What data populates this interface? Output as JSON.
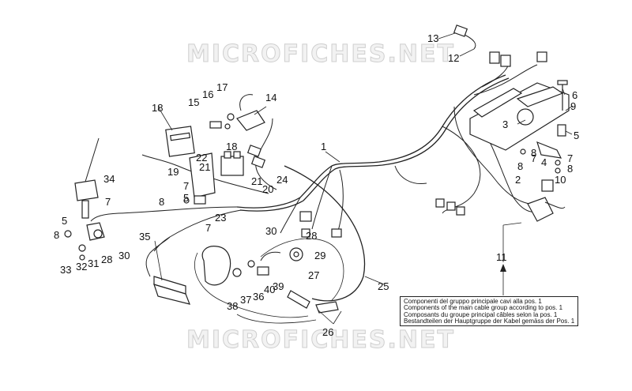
{
  "watermark": "MICROFICHES.NET",
  "legend": {
    "lines": [
      "Componenti del gruppo principale cavi alla pos. 1",
      "Components of the main cable group according to pos. 1",
      "Composants du groupe principal câbles selon la pos. 1",
      "Bestandteilen der Hauptgruppe der Kabel gemäss der Pos. 1"
    ]
  },
  "callouts": [
    {
      "id": "c13",
      "text": "13"
    },
    {
      "id": "c12",
      "text": "12"
    },
    {
      "id": "c6",
      "text": "6"
    },
    {
      "id": "c9",
      "text": "9"
    },
    {
      "id": "c3",
      "text": "3"
    },
    {
      "id": "c5r",
      "text": "5"
    },
    {
      "id": "c4",
      "text": "4"
    },
    {
      "id": "c7r",
      "text": "7"
    },
    {
      "id": "c8r1",
      "text": "8"
    },
    {
      "id": "c8r2",
      "text": "8"
    },
    {
      "id": "c7r2",
      "text": "7"
    },
    {
      "id": "c8r3",
      "text": "8"
    },
    {
      "id": "c2",
      "text": "2"
    },
    {
      "id": "c10",
      "text": "10"
    },
    {
      "id": "c11",
      "text": "11"
    },
    {
      "id": "c1",
      "text": "1"
    },
    {
      "id": "c14",
      "text": "14"
    },
    {
      "id": "c17",
      "text": "17"
    },
    {
      "id": "c16",
      "text": "16"
    },
    {
      "id": "c15",
      "text": "15"
    },
    {
      "id": "c18a",
      "text": "18"
    },
    {
      "id": "c18b",
      "text": "18"
    },
    {
      "id": "c22",
      "text": "22"
    },
    {
      "id": "c21a",
      "text": "21"
    },
    {
      "id": "c19",
      "text": "19"
    },
    {
      "id": "c24",
      "text": "24"
    },
    {
      "id": "c21b",
      "text": "21"
    },
    {
      "id": "c20",
      "text": "20"
    },
    {
      "id": "c34",
      "text": "34"
    },
    {
      "id": "c7a",
      "text": "7"
    },
    {
      "id": "c5a",
      "text": "5"
    },
    {
      "id": "c7b",
      "text": "7"
    },
    {
      "id": "c8a",
      "text": "8"
    },
    {
      "id": "c5b",
      "text": "5"
    },
    {
      "id": "c8b",
      "text": "8"
    },
    {
      "id": "c23",
      "text": "23"
    },
    {
      "id": "c7c",
      "text": "7"
    },
    {
      "id": "c35",
      "text": "35"
    },
    {
      "id": "c30a",
      "text": "30"
    },
    {
      "id": "c33",
      "text": "33"
    },
    {
      "id": "c32",
      "text": "32"
    },
    {
      "id": "c31",
      "text": "31"
    },
    {
      "id": "c28a",
      "text": "28"
    },
    {
      "id": "c30b",
      "text": "30"
    },
    {
      "id": "c28b",
      "text": "28"
    },
    {
      "id": "c29",
      "text": "29"
    },
    {
      "id": "c27",
      "text": "27"
    },
    {
      "id": "c25",
      "text": "25"
    },
    {
      "id": "c38",
      "text": "38"
    },
    {
      "id": "c37",
      "text": "37"
    },
    {
      "id": "c36",
      "text": "36"
    },
    {
      "id": "c40",
      "text": "40"
    },
    {
      "id": "c39",
      "text": "39"
    },
    {
      "id": "c26",
      "text": "26"
    }
  ]
}
